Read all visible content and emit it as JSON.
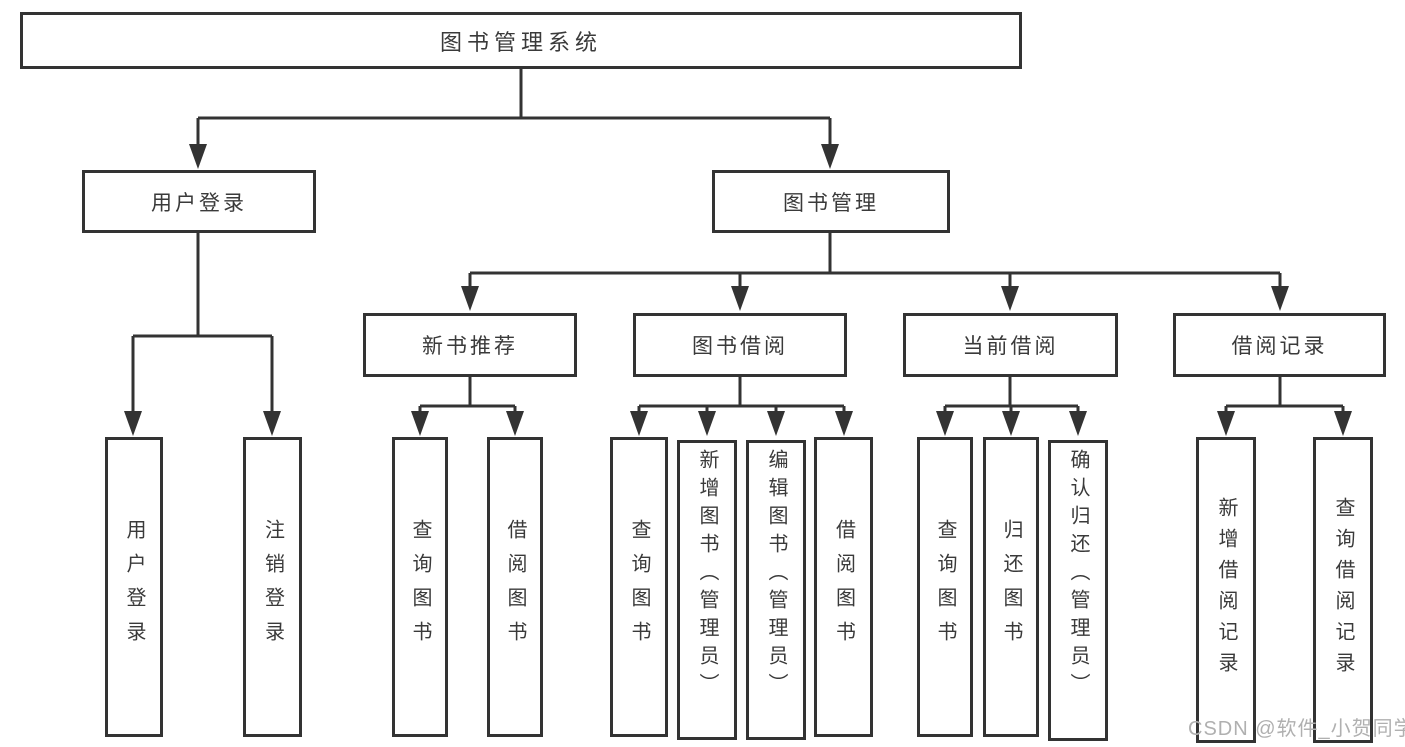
{
  "diagram": {
    "root": {
      "label": "图书管理系统"
    },
    "branches": {
      "user_login": {
        "label": "用户登录",
        "children": [
          {
            "label": "用户登录"
          },
          {
            "label": "注销登录"
          }
        ]
      },
      "book_mgmt": {
        "label": "图书管理",
        "sections": {
          "new_book": {
            "label": "新书推荐",
            "children": [
              {
                "label": "查询图书"
              },
              {
                "label": "借阅图书"
              }
            ]
          },
          "book_borrow": {
            "label": "图书借阅",
            "children": [
              {
                "label": "查询图书"
              },
              {
                "label": "新增图书（管理员）"
              },
              {
                "label": "编辑图书（管理员）"
              },
              {
                "label": "借阅图书"
              }
            ]
          },
          "current_borrow": {
            "label": "当前借阅",
            "children": [
              {
                "label": "查询图书"
              },
              {
                "label": "归还图书"
              },
              {
                "label": "确认归还（管理员）"
              }
            ]
          },
          "borrow_record": {
            "label": "借阅记录",
            "children": [
              {
                "label": "新增借阅记录"
              },
              {
                "label": "查询借阅记录"
              }
            ]
          }
        }
      }
    }
  },
  "watermark": {
    "text": "CSDN @软件_小贺同学"
  },
  "colors": {
    "line": "#333333",
    "text": "#3a3a3a",
    "watermark": "#b0b0b0",
    "background": "#ffffff"
  }
}
